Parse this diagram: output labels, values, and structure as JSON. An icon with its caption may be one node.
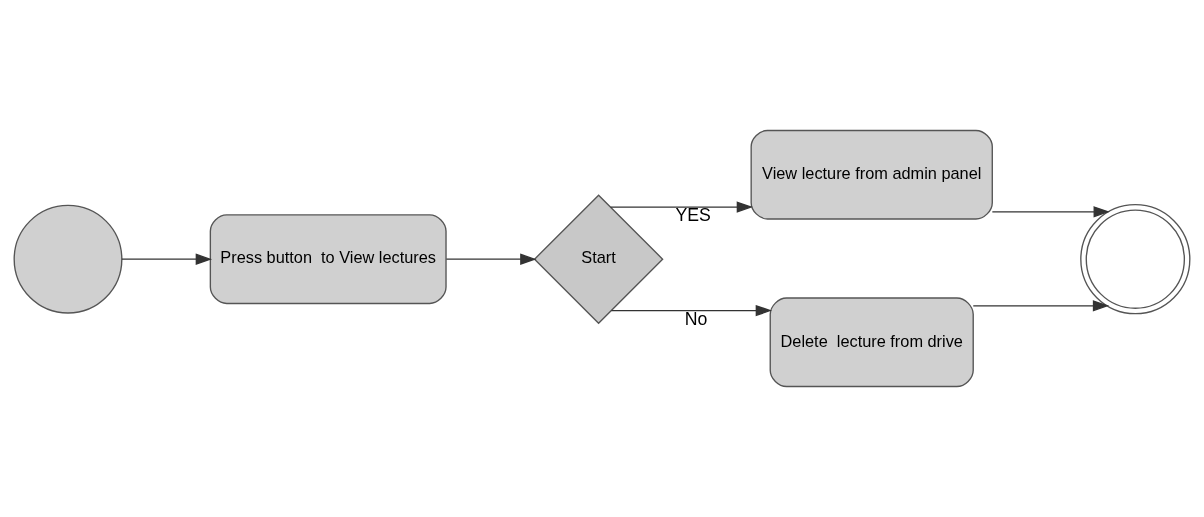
{
  "diagram": {
    "nodes": [
      {
        "text": [],
        "shape": "circle"
      },
      {
        "text": [
          "Press button  to View lectures"
        ]
      },
      {
        "text": [
          "Start"
        ]
      },
      {
        "text": [
          "View lecture from admin panel"
        ]
      },
      {
        "text": [
          "Delete  lecture from drive"
        ]
      },
      {
        "text": [],
        "shape": "circle"
      }
    ],
    "edges": [
      {
        "from": 0,
        "to": 1,
        "arrow": "to"
      },
      {
        "from": 1,
        "to": 2,
        "arrow": "to"
      },
      {
        "from": 2,
        "to": 3,
        "arrow": "to",
        "label": "YES"
      },
      {
        "from": 2,
        "to": 4,
        "arrow": "to",
        "label": "No"
      },
      {
        "from": 3,
        "to": 5,
        "arrow": "to"
      },
      {
        "from": 4,
        "to": 5,
        "arrow": "to"
      }
    ]
  }
}
